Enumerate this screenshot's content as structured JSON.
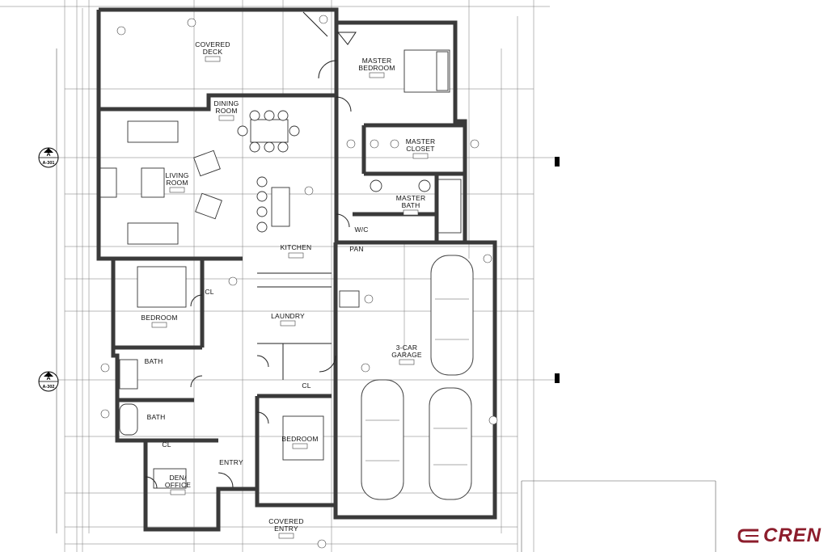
{
  "rooms": {
    "covered_deck": {
      "line1": "COVERED",
      "line2": "DECK"
    },
    "master_bedroom": {
      "line1": "MASTER",
      "line2": "BEDROOM"
    },
    "dining_room": {
      "line1": "DINING",
      "line2": "ROOM"
    },
    "living_room": {
      "line1": "LIVING",
      "line2": "ROOM"
    },
    "master_closet": {
      "line1": "MASTER",
      "line2": "CLOSET"
    },
    "master_bath": {
      "line1": "MASTER",
      "line2": "BATH"
    },
    "wc": {
      "line1": "W/C"
    },
    "kitchen": {
      "line1": "KITCHEN"
    },
    "pantry": {
      "line1": "PAN"
    },
    "bedroom_west": {
      "line1": "BEDROOM"
    },
    "closet_west": {
      "line1": "CL"
    },
    "laundry": {
      "line1": "LAUNDRY"
    },
    "garage": {
      "line1": "3-CAR",
      "line2": "GARAGE"
    },
    "bath_1": {
      "line1": "BATH"
    },
    "bath_2": {
      "line1": "BATH"
    },
    "bedroom_south": {
      "line1": "BEDROOM"
    },
    "closet_south": {
      "line1": "CL"
    },
    "entry": {
      "line1": "ENTRY"
    },
    "den_office": {
      "line1": "DEN/",
      "line2": "OFFICE"
    },
    "covered_entry": {
      "line1": "COVERED",
      "line2": "ENTRY"
    }
  },
  "section_markers": [
    {
      "letter": "A",
      "sheet": "A-301"
    },
    {
      "letter": "A",
      "sheet": "A-302"
    }
  ],
  "logo": {
    "text": "CREN",
    "color": "#8c1d2c"
  }
}
